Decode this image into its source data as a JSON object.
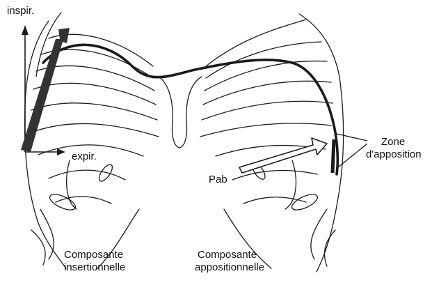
{
  "figure": {
    "labels": {
      "inspir": "inspir.",
      "expir": "expir.",
      "zone_line1": "Zone",
      "zone_line2": "d'apposition",
      "pab": "Pab",
      "insert_line1": "Composante",
      "insert_line2": "insertionnelle",
      "appos_line1": "Composante",
      "appos_line2": "appositionnelle"
    },
    "colors": {
      "line": "#1a1a1a",
      "arrow_dark": "#333333",
      "background": "#ffffff"
    }
  }
}
